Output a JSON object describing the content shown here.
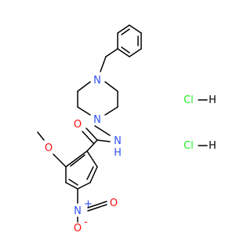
{
  "molecule": {
    "atoms": {
      "n_pip_top": "N",
      "n_pip_bottom": "N",
      "n_amide": "N",
      "h_amide": "H",
      "o_carbonyl": "O",
      "o_methoxy": "O",
      "n_nitro": "N",
      "nitro_plus": "+",
      "o_nitro_top": "O",
      "o_nitro_bottom": "O",
      "nitro_minus": "-"
    },
    "salts": [
      {
        "cl": "Cl",
        "h": "H"
      },
      {
        "cl": "Cl",
        "h": "H"
      }
    ]
  },
  "colors": {
    "bond": "#000000",
    "nitrogen": "#3050f8",
    "oxygen": "#ff0d0d",
    "chlorine": "#1ff01f"
  }
}
